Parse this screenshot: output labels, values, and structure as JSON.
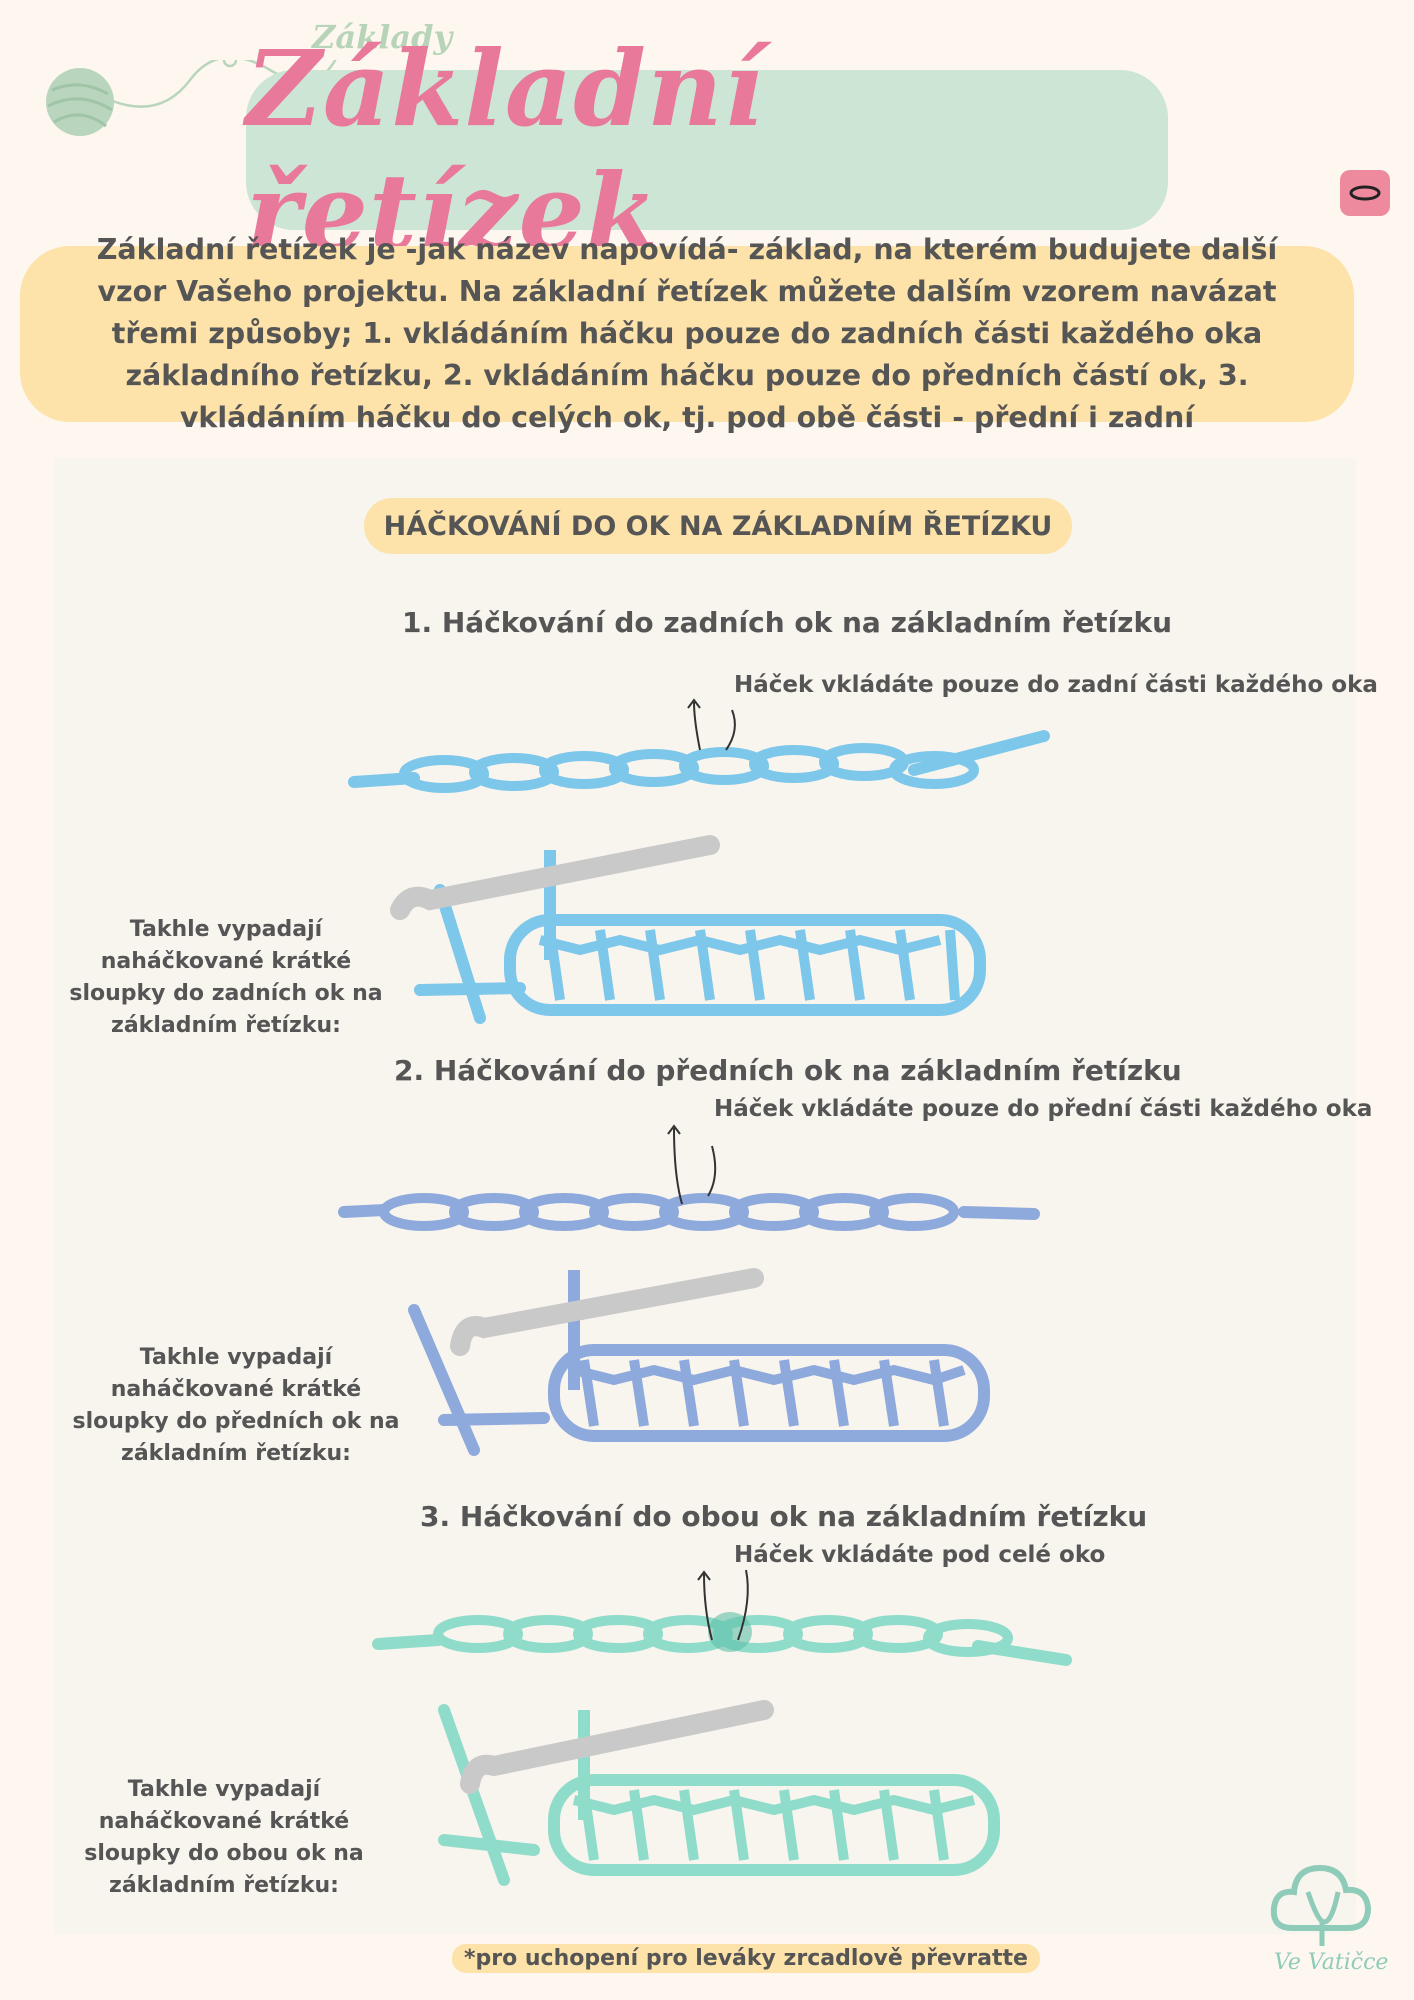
{
  "header": {
    "tag": "Základy",
    "title": "Základní řetízek",
    "symbol": "chain-stitch-oval-icon"
  },
  "intro": "Základní řetízek je -jak název napovídá- základ, na kterém budujete další vzor Vašeho projektu. Na základní řetízek můžete dalším vzorem navázat třemi způsoby; 1. vkládáním háčku pouze do zadních části každého oka základního řetízku, 2. vkládáním háčku pouze do předních částí ok, 3. vkládáním háčku do celých ok, tj. pod obě části - přední i zadní",
  "section": {
    "title": "HÁČKOVÁNÍ DO OK NA ZÁKLADNÍM ŘETÍZKU",
    "methods": [
      {
        "heading": "1. Háčkování do zadních ok na základním řetízku",
        "note": "Háček vkládáte pouze do zadní části každého oka",
        "caption": "Takhle vypadají naháčkované krátké sloupky do zadních ok na základním řetízku:",
        "color": "#7cc7ea"
      },
      {
        "heading": "2. Háčkování do předních ok na základním řetízku",
        "note": "Háček vkládáte pouze do přední části každého oka",
        "caption": "Takhle vypadají naháčkované krátké sloupky do předních ok na základním řetízku:",
        "color": "#8ea9dc"
      },
      {
        "heading": "3. Háčkování do obou ok na základním řetízku",
        "note": "Háček vkládáte pod celé oko",
        "caption": "Takhle vypadají naháčkované krátké sloupky do obou ok na základním řetízku:",
        "color": "#8fdccb"
      }
    ]
  },
  "footer": "*pro uchopení pro leváky zrcadlově převratte",
  "brand": "Ve Vatičce",
  "colors": {
    "title": "#e8799b",
    "title_bg": "#cde5d5",
    "intro_bg": "#fde2a9",
    "background": "#fdf7ef"
  }
}
